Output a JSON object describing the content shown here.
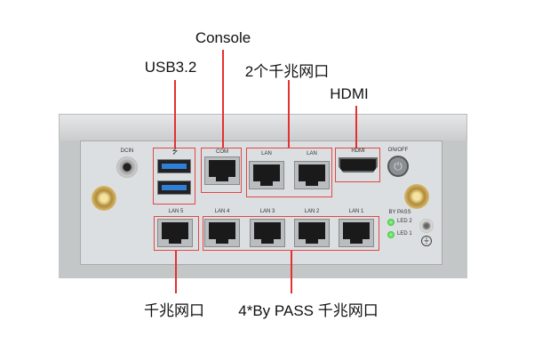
{
  "callouts": {
    "console": "Console",
    "usb": "USB3.2",
    "lan_pair": "2个千兆网口",
    "hdmi": "HDMI",
    "lan5": "千兆网口",
    "bypass": "4*By PASS 千兆网口"
  },
  "panel": {
    "dcin": "DCIN",
    "com": "COM",
    "lan_a": "LAN",
    "lan_b": "LAN",
    "hdmi": "HDMI",
    "onoff": "ON/OFF",
    "lan5": "LAN 5",
    "lan4": "LAN 4",
    "lan3": "LAN 3",
    "lan2": "LAN 2",
    "lan1": "LAN 1",
    "bypass": "BY PASS",
    "led2": "LED 2",
    "led1": "LED 1"
  },
  "colors": {
    "accent": "#e53030",
    "chassis": "#c9cccd",
    "panel": "#dfe1e3"
  }
}
